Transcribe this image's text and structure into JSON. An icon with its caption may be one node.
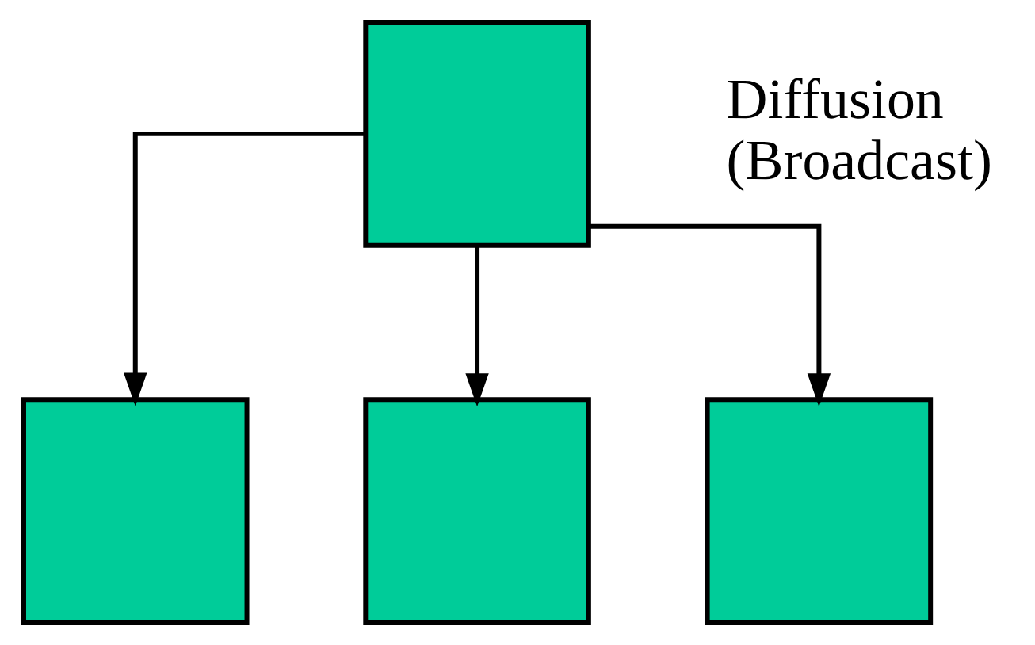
{
  "diagram": {
    "nodes": [
      {
        "text": [],
        "shape": "box"
      },
      {
        "text": [],
        "shape": "box"
      },
      {
        "text": [],
        "shape": "box"
      },
      {
        "text": [],
        "shape": "box"
      }
    ],
    "edges": [
      {
        "from": 0,
        "to": 1,
        "arrow": "to"
      },
      {
        "from": 0,
        "to": 2,
        "arrow": "to"
      },
      {
        "from": 0,
        "to": 3,
        "arrow": "to"
      }
    ],
    "labels": [
      "Diffusion (Broadcast)"
    ]
  }
}
